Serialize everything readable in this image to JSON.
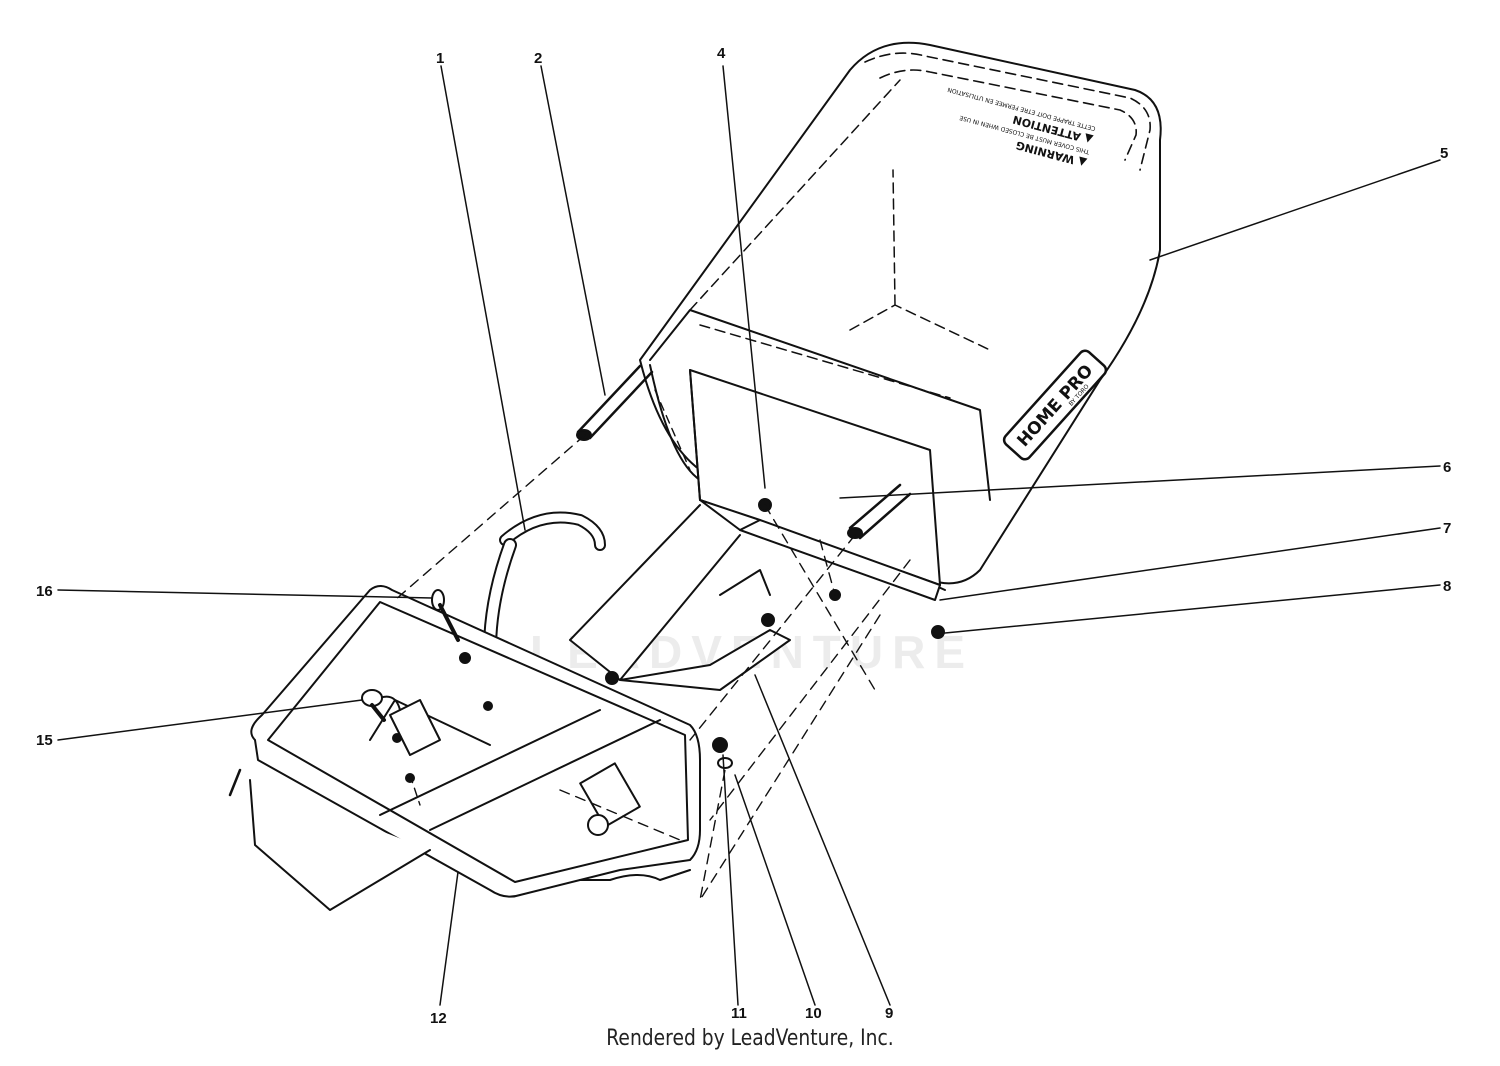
{
  "diagram": {
    "callouts": [
      "1",
      "2",
      "4",
      "5",
      "6",
      "7",
      "8",
      "9",
      "10",
      "11",
      "12",
      "15",
      "16"
    ],
    "warning_decal": {
      "line1": "▲ WARNING",
      "line2": "THIS COVER MUST BE CLOSED WHEN IN USE",
      "line3": "▲ ATTENTION",
      "line4": "CETTE TRAPPE DOIT ETRE FERMEE EN UTILISATION"
    },
    "brand_decal": {
      "brand": "HOME PRO",
      "sub": "BY TORO"
    },
    "watermark": "LEADVENTURE"
  },
  "footer": {
    "text": "Rendered by LeadVenture, Inc."
  },
  "colors": {
    "line": "#111111",
    "background": "#ffffff",
    "watermark": "#ececec"
  }
}
